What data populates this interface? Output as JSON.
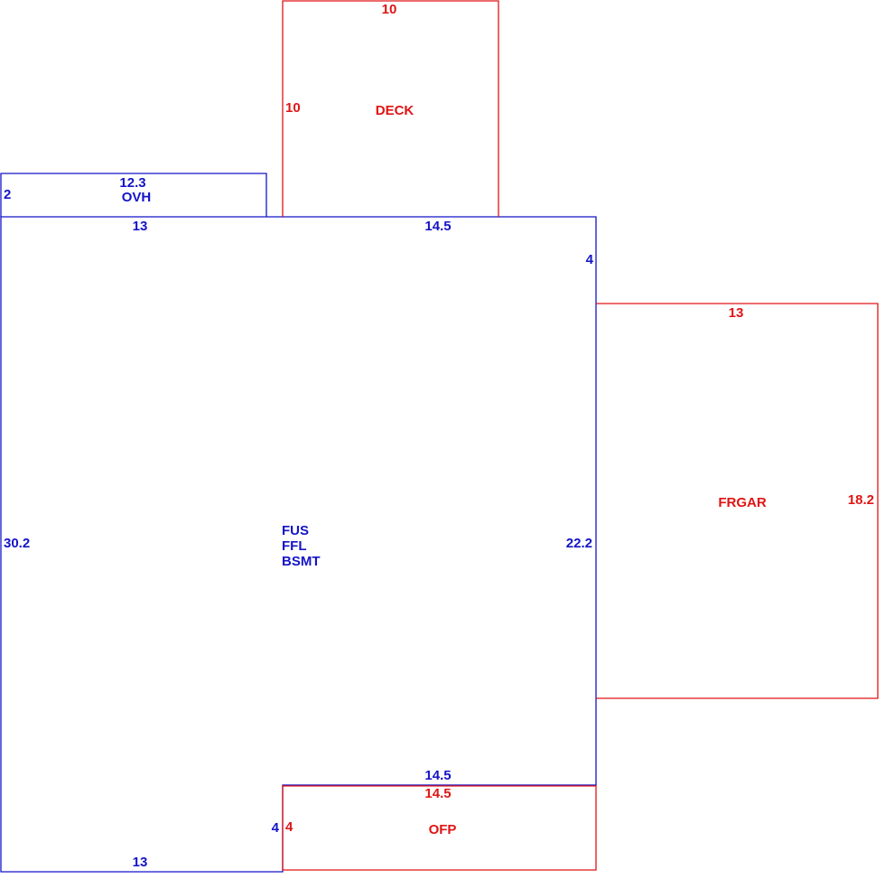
{
  "colors": {
    "main": "#1414c8",
    "addon": "#e01414"
  },
  "main": {
    "codes": [
      "FUS",
      "FFL",
      "BSMT"
    ],
    "dims": {
      "top_left": "13",
      "top_right": "14.5",
      "right_upper": "4",
      "right": "22.2",
      "left": "30.2",
      "bottom": "13",
      "inner_bottom": "14.5",
      "inner_step": "4"
    }
  },
  "ovh": {
    "label": "OVH",
    "dims": {
      "top": "12.3",
      "left": "2"
    }
  },
  "deck": {
    "label": "DECK",
    "dims": {
      "top": "10",
      "left": "10"
    }
  },
  "frgar": {
    "label": "FRGAR",
    "dims": {
      "top": "13",
      "right": "18.2"
    }
  },
  "ofp": {
    "label": "OFP",
    "dims": {
      "top": "14.5",
      "left": "4"
    }
  }
}
